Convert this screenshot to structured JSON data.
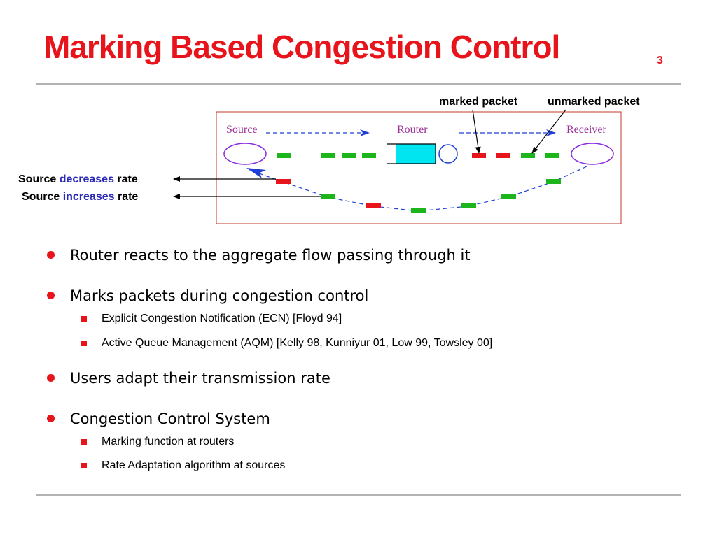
{
  "slide": {
    "title": "Marking Based Congestion Control",
    "page_number": "3"
  },
  "diagram": {
    "labels": {
      "source": "Source",
      "router": "Router",
      "receiver": "Receiver"
    },
    "callouts": {
      "marked_packet": "marked packet",
      "unmarked_packet": "unmarked packet",
      "decreases": {
        "prefix": "Source ",
        "keyword": "decreases",
        "suffix": " rate"
      },
      "increases": {
        "prefix": "Source ",
        "keyword": "increases",
        "suffix": " rate"
      }
    },
    "colors": {
      "marked": "#e8141b",
      "unmarked": "#1cb51c",
      "node_outline": "#8a2be2",
      "label_text": "#9a2f9a",
      "arrow": "#1f3fd6",
      "frame": "#c0392b",
      "queue": "#00e5f0"
    }
  },
  "bullets": [
    {
      "level": 1,
      "text": "Router reacts to the aggregate flow passing through it"
    },
    {
      "level": 1,
      "text": "Marks packets during congestion control"
    },
    {
      "level": 2,
      "text": "Explicit Congestion Notification (ECN) [Floyd 94]"
    },
    {
      "level": 2,
      "text": "Active Queue Management (AQM) [Kelly 98, Kunniyur 01, Low 99, Towsley 00]"
    },
    {
      "level": 1,
      "text": "Users adapt their transmission rate"
    },
    {
      "level": 1,
      "text": "Congestion Control System"
    },
    {
      "level": 2,
      "text": "Marking function at routers"
    },
    {
      "level": 2,
      "text": "Rate Adaptation algorithm at sources"
    }
  ]
}
